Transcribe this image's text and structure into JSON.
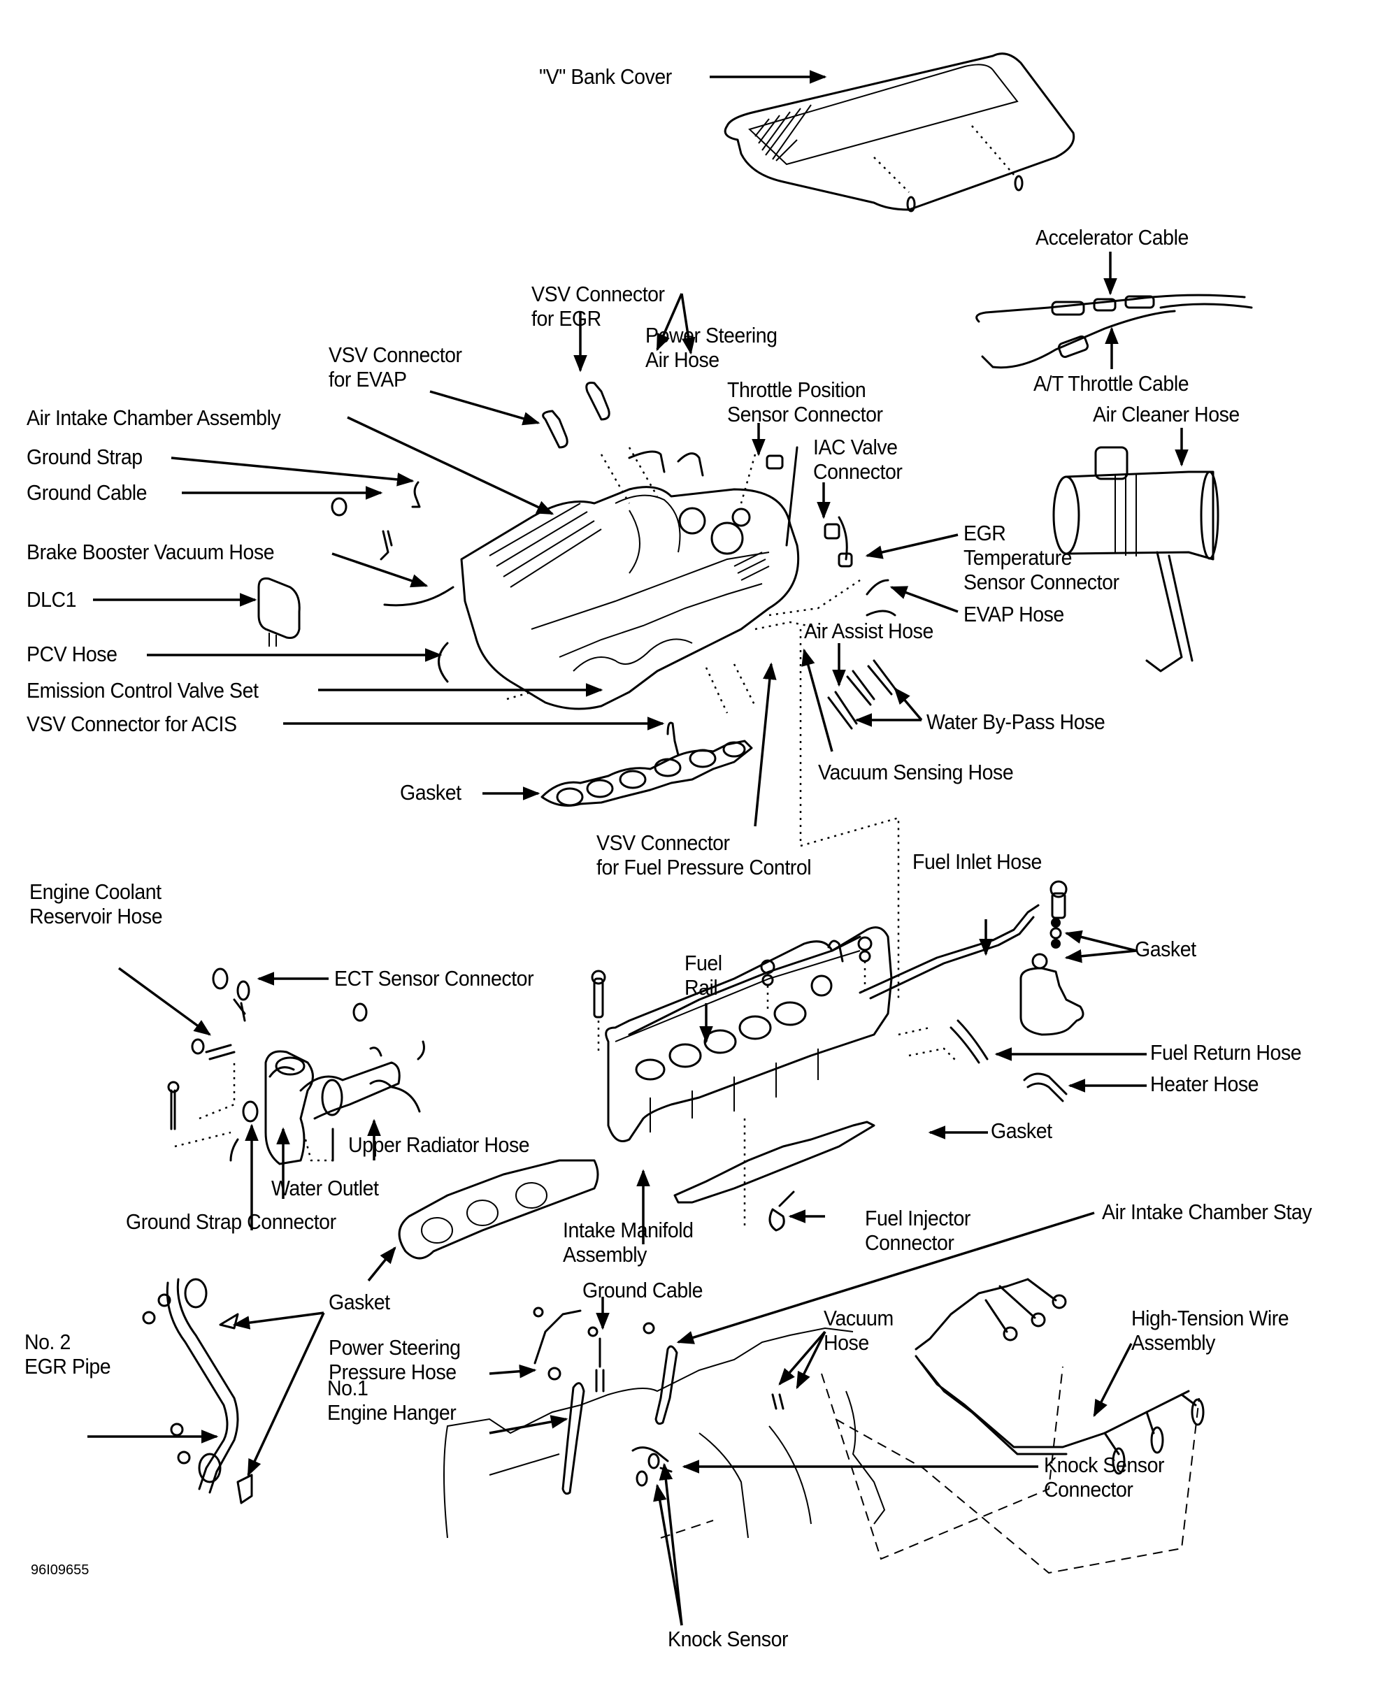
{
  "figure": {
    "id": "96I09655",
    "type": "exploded-view component diagram"
  },
  "labels": {
    "v_bank_cover": "\"V\" Bank Cover",
    "accelerator_cable": "Accelerator Cable",
    "at_throttle_cable": "A/T Throttle Cable",
    "air_cleaner_hose": "Air Cleaner Hose",
    "vsv_egr": "VSV Connector\nfor EGR",
    "power_steering_air_hose": "Power Steering\nAir Hose",
    "vsv_evap": "VSV Connector\nfor EVAP",
    "throttle_position_sensor": "Throttle Position\nSensor Connector",
    "air_intake_chamber_assembly": "Air Intake Chamber Assembly",
    "iac_valve_connector": "IAC Valve\nConnector",
    "ground_strap": "Ground Strap",
    "ground_cable_top": "Ground Cable",
    "egr_temp_sensor": "EGR\nTemperature\nSensor Connector",
    "brake_booster_vacuum_hose": "Brake Booster Vacuum Hose",
    "dlc1": "DLC1",
    "evap_hose": "EVAP Hose",
    "air_assist_hose": "Air Assist Hose",
    "pcv_hose": "PCV Hose",
    "emission_control_valve_set": "Emission Control Valve Set",
    "water_bypass_hose": "Water By-Pass Hose",
    "vsv_acis": "VSV Connector for ACIS",
    "vacuum_sensing_hose": "Vacuum Sensing Hose",
    "gasket_upper": "Gasket",
    "vsv_fuel_pressure": "VSV Connector\nfor Fuel Pressure Control",
    "fuel_inlet_hose": "Fuel Inlet Hose",
    "engine_coolant_reservoir_hose": "Engine Coolant\nReservoir Hose",
    "gasket_fuel_inlet": "Gasket",
    "ect_sensor_connector": "ECT Sensor Connector",
    "fuel_rail": "Fuel\nRail",
    "fuel_return_hose": "Fuel Return Hose",
    "heater_hose": "Heater Hose",
    "upper_radiator_hose": "Upper Radiator Hose",
    "gasket_manifold": "Gasket",
    "water_outlet": "Water Outlet",
    "ground_strap_connector": "Ground Strap Connector",
    "intake_manifold_assembly": "Intake Manifold\nAssembly",
    "fuel_injector_connector": "Fuel Injector\nConnector",
    "air_intake_chamber_stay": "Air Intake Chamber Stay",
    "gasket_egr": "Gasket",
    "ground_cable_bottom": "Ground Cable",
    "power_steering_pressure_hose": "Power Steering\nPressure Hose",
    "vacuum_hose": "Vacuum\nHose",
    "high_tension_wire_assembly": "High-Tension Wire\nAssembly",
    "no2_egr_pipe": "No. 2\nEGR Pipe",
    "no1_engine_hanger": "No.1\nEngine Hanger",
    "knock_sensor_connector": "Knock Sensor\nConnector",
    "knock_sensor": "Knock Sensor"
  }
}
